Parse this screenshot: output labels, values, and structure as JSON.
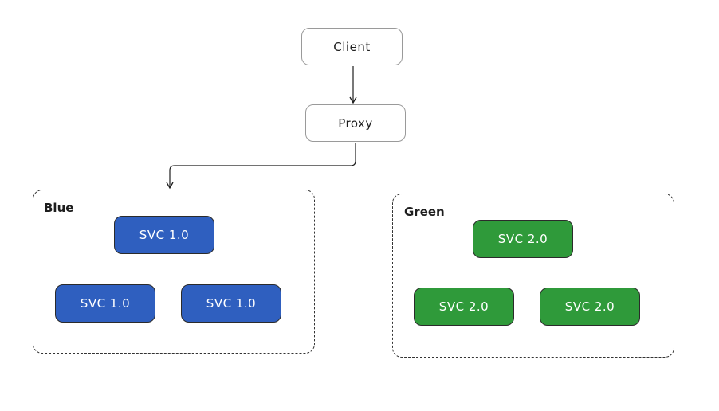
{
  "nodes": {
    "client": "Client",
    "proxy": "Proxy"
  },
  "groups": {
    "blue": {
      "label": "Blue",
      "color": "#2f5fbf",
      "services": [
        "SVC 1.0",
        "SVC 1.0",
        "SVC 1.0"
      ]
    },
    "green": {
      "label": "Green",
      "color": "#2f9a3a",
      "services": [
        "SVC 2.0",
        "SVC 2.0",
        "SVC 2.0"
      ]
    }
  },
  "edges": [
    {
      "from": "client",
      "to": "proxy"
    },
    {
      "from": "proxy",
      "to": "blue"
    }
  ]
}
